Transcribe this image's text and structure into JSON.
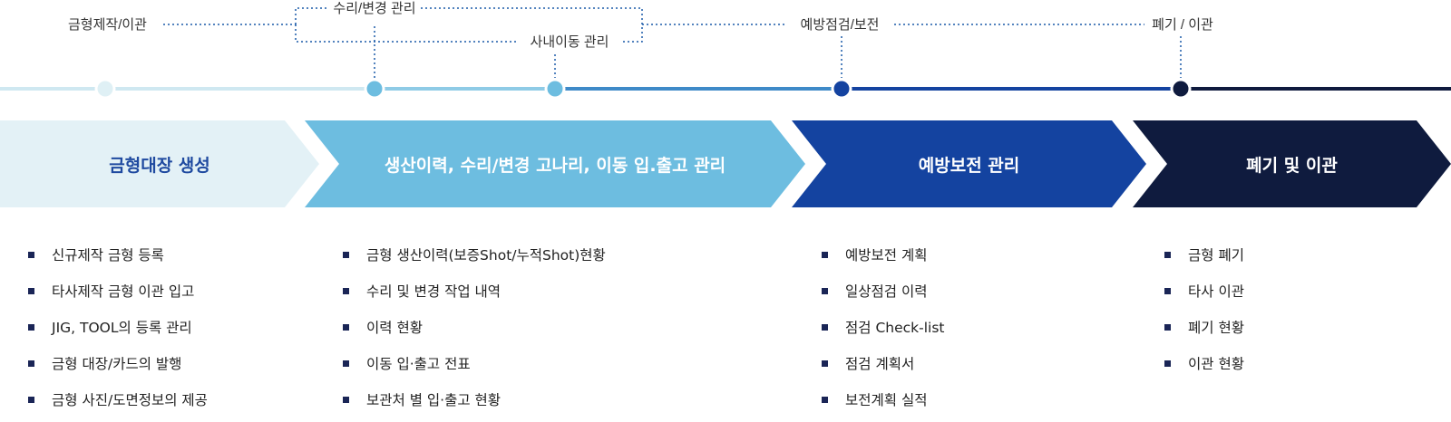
{
  "phases": {
    "mold_make": "금형제작/이관",
    "repair_change": "수리/변경 관리",
    "internal_move": "사내이동 관리",
    "inspection": "예방점검/보전",
    "disposal": "폐기 / 이관"
  },
  "stages": [
    {
      "label": "금형대장 생성",
      "fill": "#e3f1f6",
      "text_color": "#1f4aa0"
    },
    {
      "label": "생산이력, 수리/변경 고나리, 이동 입.출고 관리",
      "fill": "#6dbde0",
      "text_color": "#ffffff"
    },
    {
      "label": "예방보전 관리",
      "fill": "#1443a0",
      "text_color": "#ffffff"
    },
    {
      "label": "폐기 및 이관",
      "fill": "#0f1b3e",
      "text_color": "#ffffff"
    }
  ],
  "lists": [
    [
      "신규제작 금형 등록",
      "타사제작 금형 이관 입고",
      "JIG, TOOL의 등록 관리",
      "금형 대장/카드의 발행",
      "금형 사진/도면정보의 제공"
    ],
    [
      "금형 생산이력(보증Shot/누적Shot)현황",
      "수리 및 변경 작업 내역",
      "이력 현황",
      "이동 입·출고 전표",
      "보관처 별 입·출고 현황"
    ],
    [
      "예방보전 계획",
      "일상점검 이력",
      "점검 Check-list",
      "점검 계획서",
      "보전계획 실적"
    ],
    [
      "금형 폐기",
      "타사 이관",
      "폐기 현황",
      "이관 현황"
    ]
  ],
  "colors": {
    "dotted_line": "#1a5aa8",
    "dot_light": "#dff0f5",
    "dot_mid": "#6dbde0",
    "dot_dark_blue": "#1443a0",
    "dot_navy": "#0f1b3e"
  }
}
